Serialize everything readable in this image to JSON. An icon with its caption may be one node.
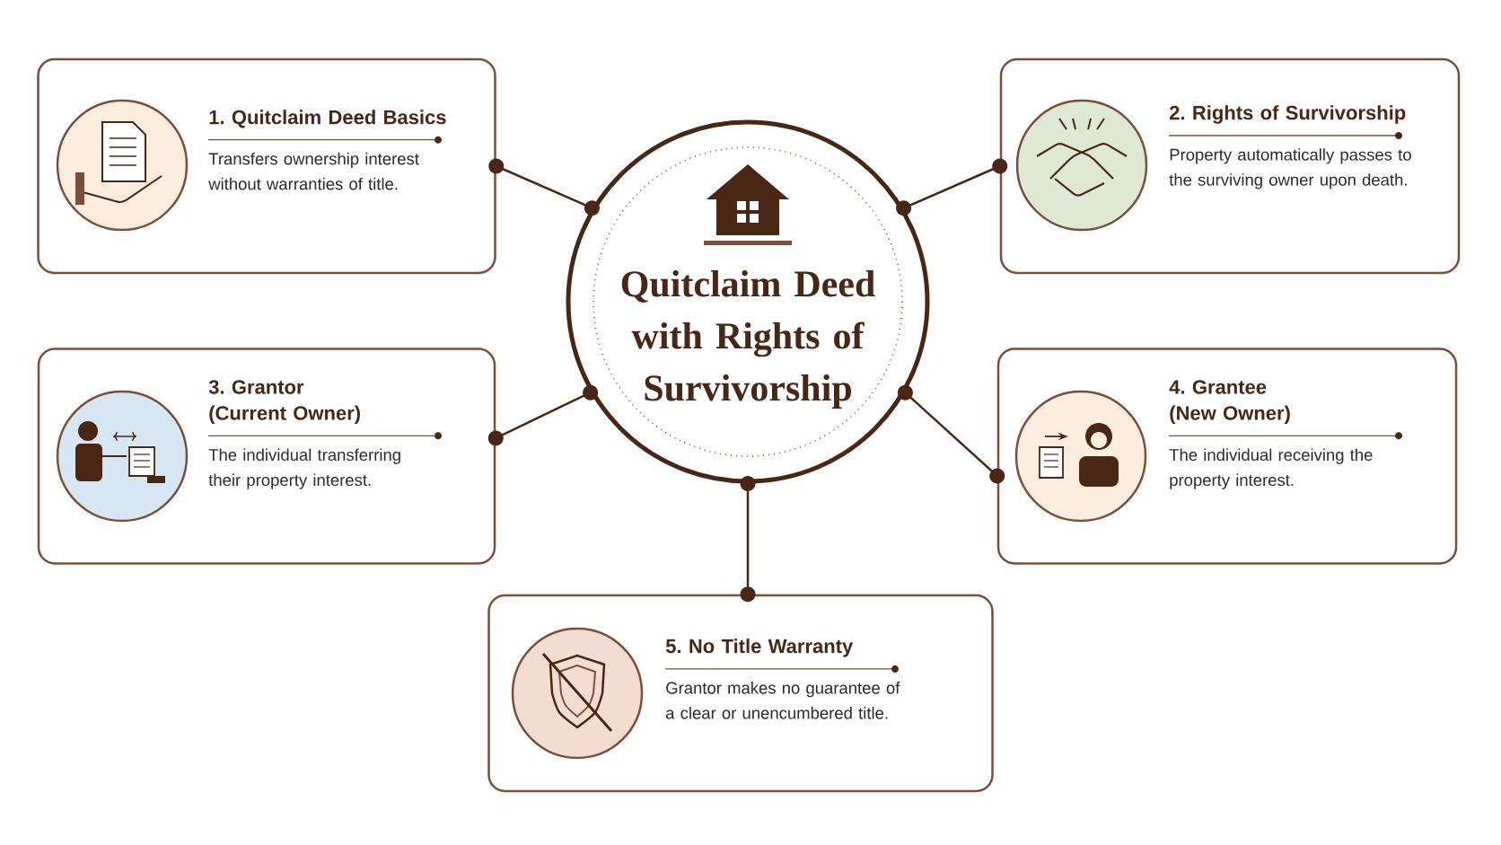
{
  "diagram": {
    "nodes": [
      {
        "text": [
          "Quitclaim Deed with Rights of Survivorship"
        ]
      },
      {
        "text": [
          "1. Quitclaim Deed Basics",
          "Transfers ownership interest without warranties of title."
        ]
      },
      {
        "text": [
          "2. Rights of Survivorship",
          "Property automatically passes to the surviving owner upon death."
        ]
      },
      {
        "text": [
          "3. Grantor (Current Owner)",
          "The individual transferring their property interest."
        ]
      },
      {
        "text": [
          "4. Grantee (New Owner)",
          "The individual receiving the property interest."
        ]
      },
      {
        "text": [
          "5. No Title Warranty",
          "Grantor makes no guarantee of a clear or unencumbered title."
        ]
      }
    ],
    "edges": [
      {
        "from": 0,
        "to": 1,
        "arrow": "other"
      },
      {
        "from": 0,
        "to": 2,
        "arrow": "other"
      },
      {
        "from": 0,
        "to": 3,
        "arrow": "other"
      },
      {
        "from": 0,
        "to": 4,
        "arrow": "other"
      },
      {
        "from": 0,
        "to": 5,
        "arrow": "other"
      }
    ]
  }
}
